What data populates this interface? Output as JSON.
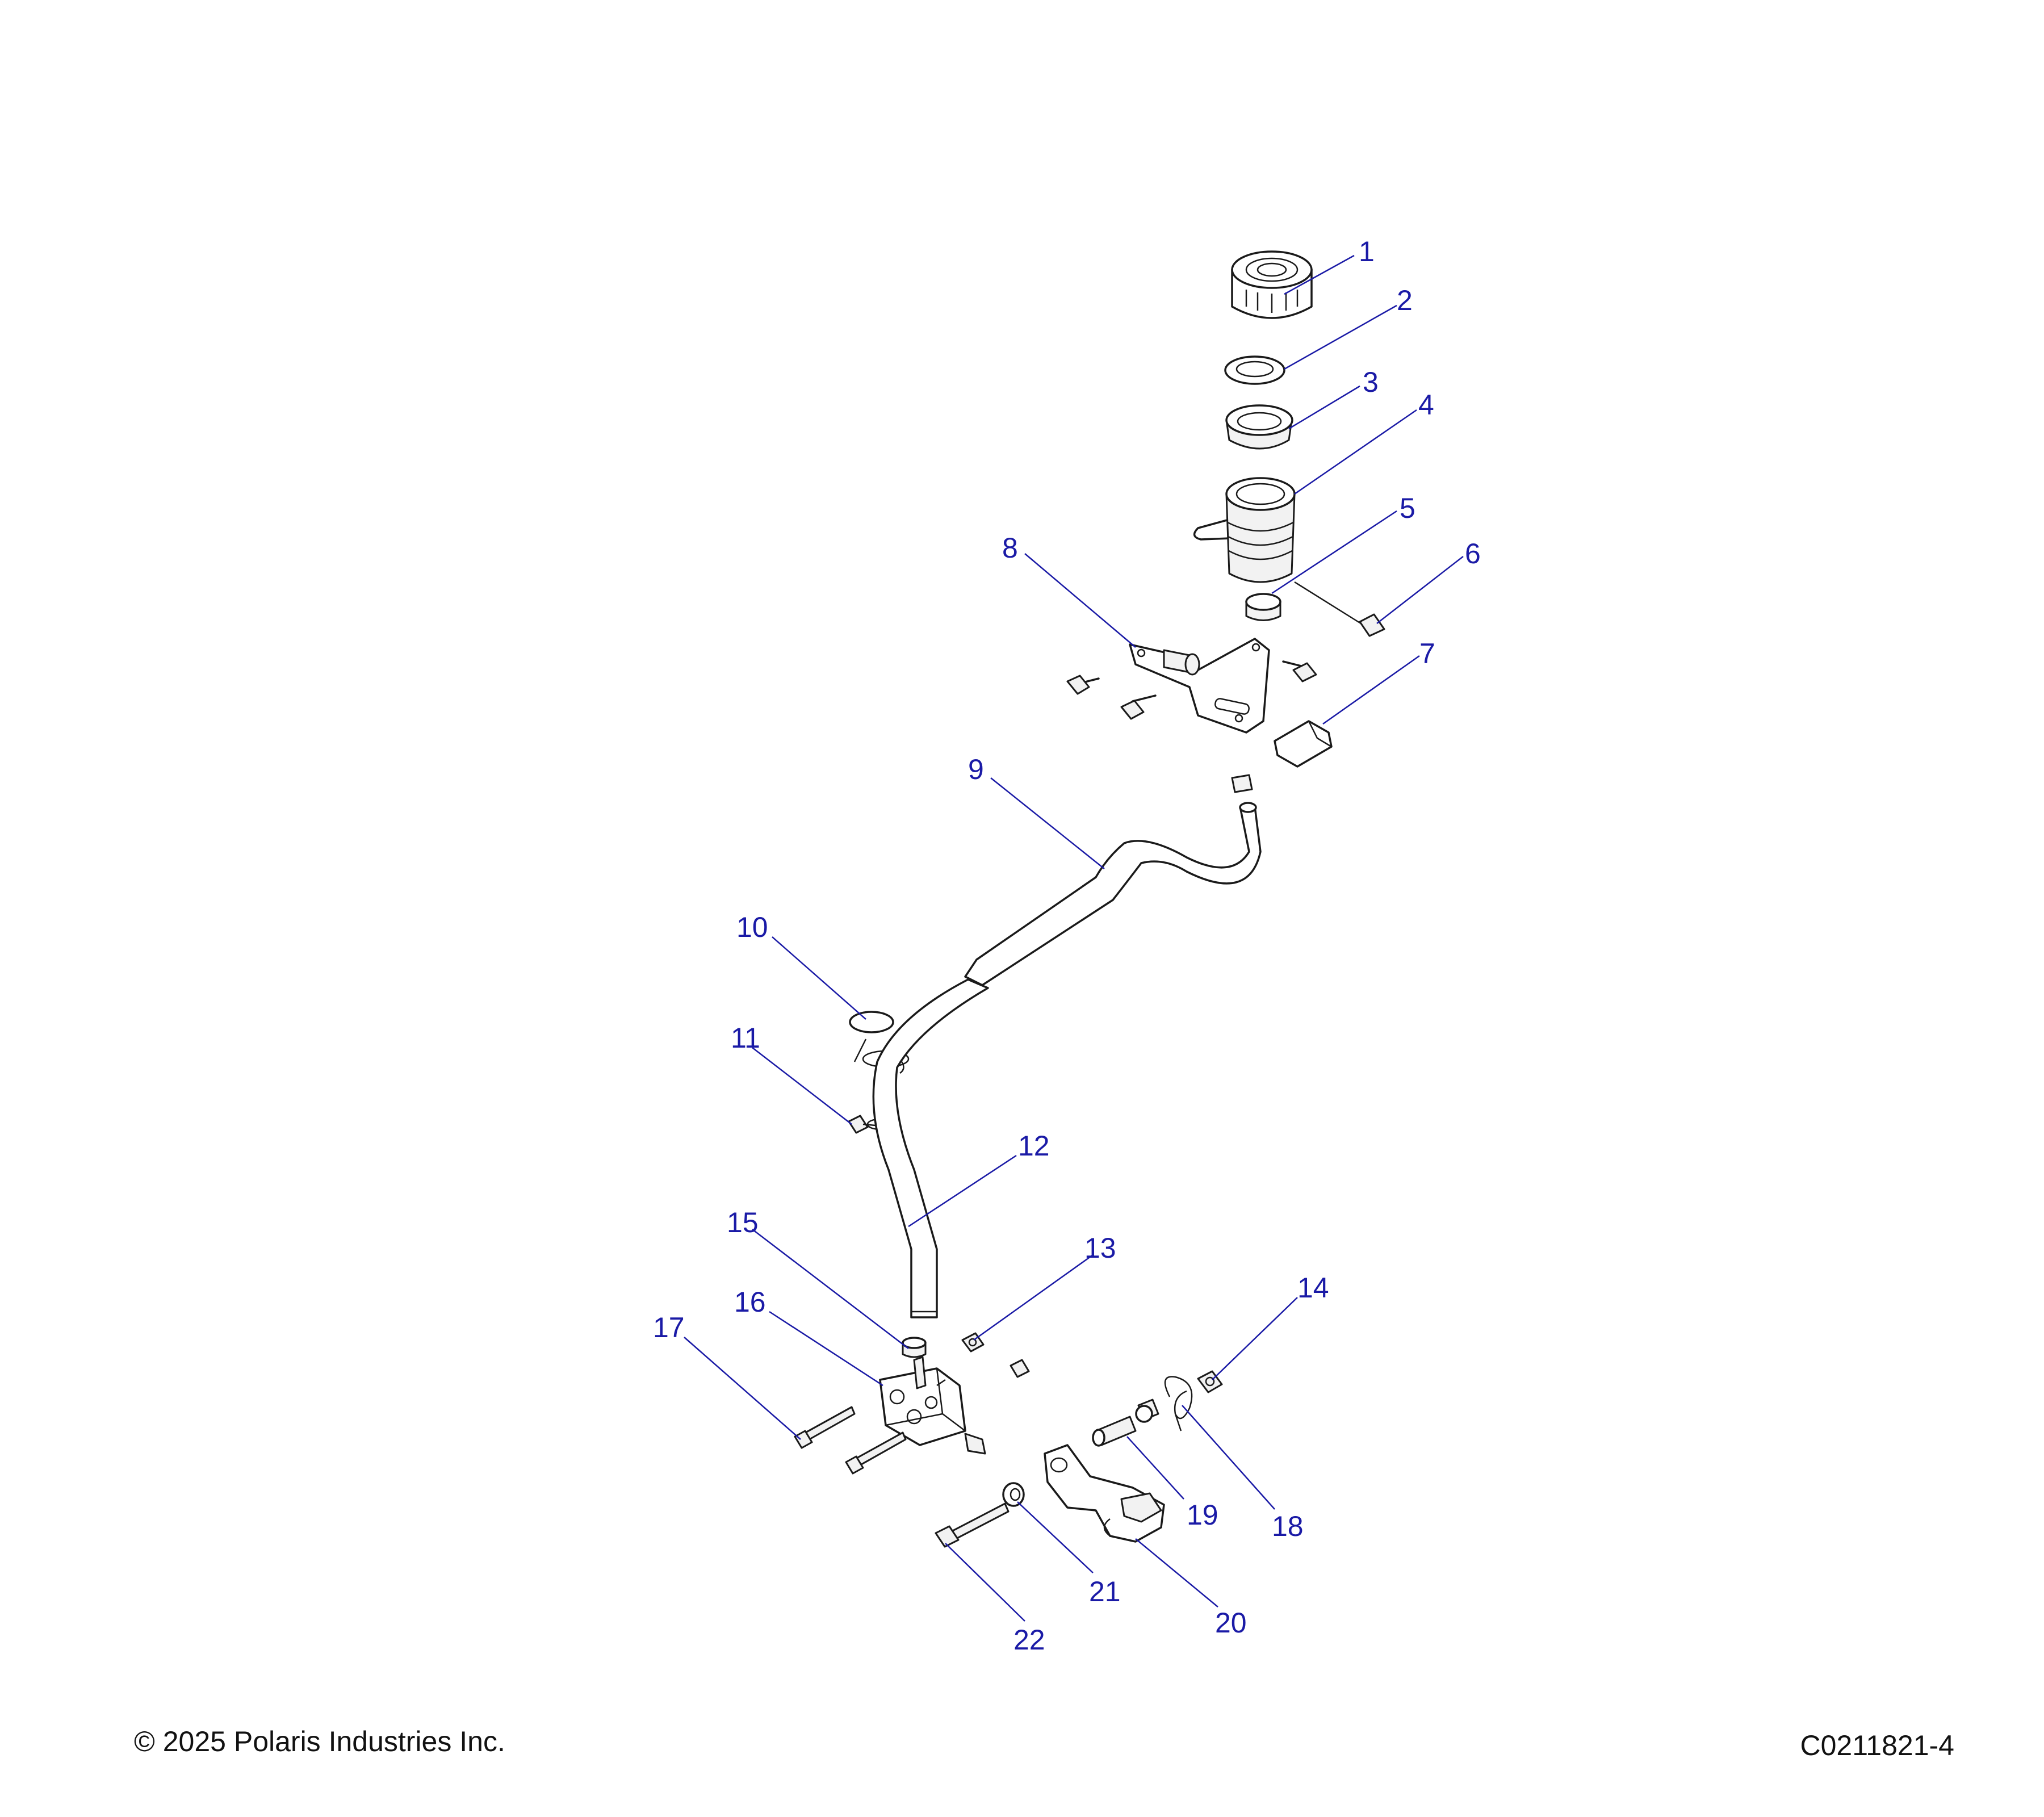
{
  "footer": {
    "copyright": "© 2025 Polaris Industries Inc.",
    "drawing_id": "C0211821-4"
  },
  "colors": {
    "callout": "#1a1aa6",
    "line_art": "#1a1a1a",
    "background": "#ffffff"
  },
  "callouts": [
    "1",
    "2",
    "3",
    "4",
    "5",
    "6",
    "7",
    "8",
    "9",
    "10",
    "11",
    "12",
    "13",
    "14",
    "15",
    "16",
    "17",
    "18",
    "19",
    "20",
    "21",
    "22"
  ]
}
